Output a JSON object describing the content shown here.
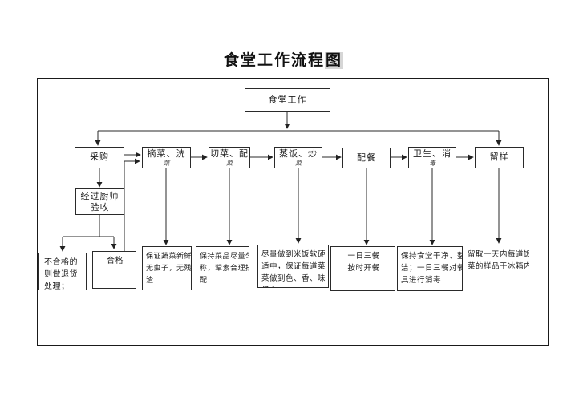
{
  "title": {
    "main": "食堂工作流程",
    "highlight": "图"
  },
  "diagram": {
    "root": {
      "label": "食堂工作"
    },
    "flow_nodes": [
      {
        "label": "采购",
        "sub": ""
      },
      {
        "label": "摘菜、洗",
        "sub": "菜"
      },
      {
        "label": "切菜、配",
        "sub": "菜"
      },
      {
        "label": "蒸饭、炒",
        "sub": "菜"
      },
      {
        "label": "配餐",
        "sub": ""
      },
      {
        "label": "卫生、消",
        "sub": "毒"
      },
      {
        "label": "留样",
        "sub": ""
      }
    ],
    "inspect": {
      "label": "经过厨师\n验收"
    },
    "reject": {
      "label": "不合格的\n则做退货\n处理；"
    },
    "pass": {
      "label": "合格"
    },
    "notes": [
      {
        "text": "保证蔬菜新鲜,\n无虫子，无残\n渣"
      },
      {
        "text": "保持菜品尽量匀\n称，荤素合理搭\n配"
      },
      {
        "text": "尽量做到米饭软硬\n适中，保证每道菜\n菜做到色、香、味\n俱全"
      },
      {
        "text": "一日三餐\n按时开餐"
      },
      {
        "text": "保持食堂干净、整\n洁；一日三餐对餐\n具进行消毒"
      },
      {
        "text": "留取一天内每道饭\n菜的样品于冰箱内"
      }
    ]
  }
}
